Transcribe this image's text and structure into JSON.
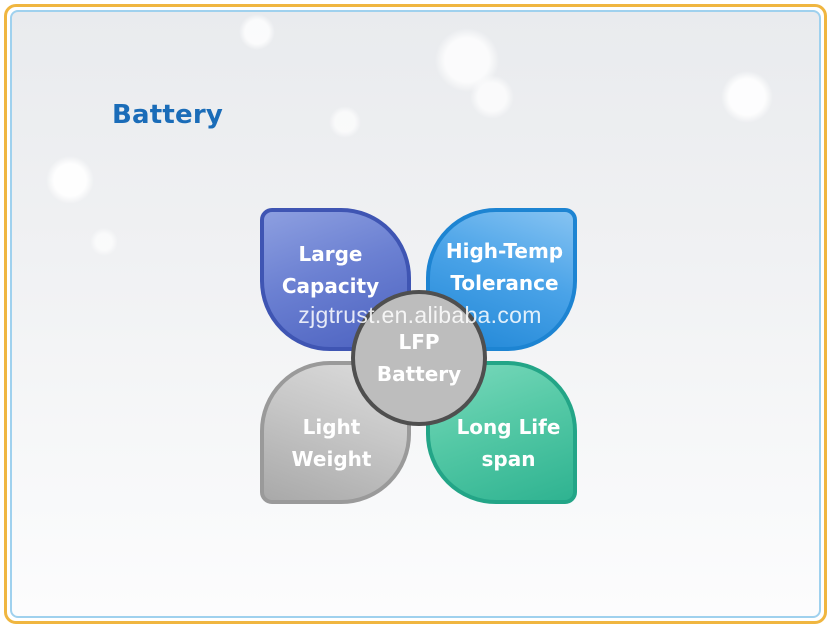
{
  "slide": {
    "title": "Battery"
  },
  "diagram": {
    "center": {
      "label": "LFP\nBattery",
      "color": "#bdbdbd"
    },
    "petals": [
      {
        "label": "Large\nCapacity",
        "color": "#4c62c0"
      },
      {
        "label": "High-Temp\nTolerance",
        "color": "#1f86d6"
      },
      {
        "label": "Light\nWeight",
        "color": "#a9a9a9"
      },
      {
        "label": "Long Life\nspan",
        "color": "#2fb391"
      }
    ]
  },
  "watermark": "zjgtrust.en.alibaba.com",
  "colors": {
    "title": "#1a6cb8",
    "outer_border": "#f0b640",
    "inner_border": "#9fd1ee"
  }
}
